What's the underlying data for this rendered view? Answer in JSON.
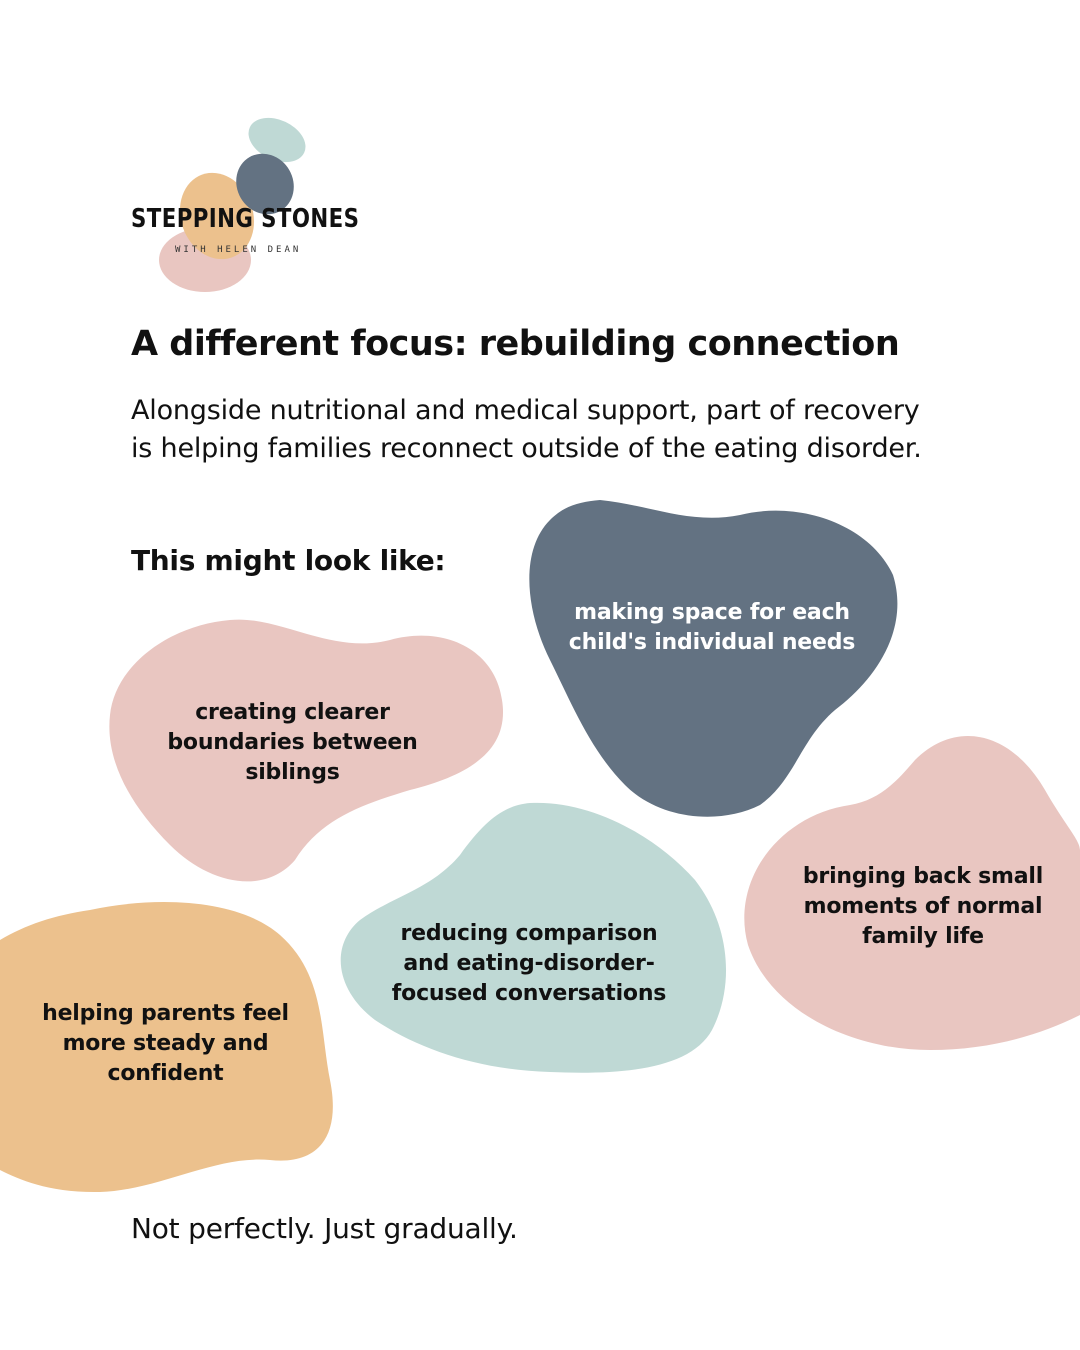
{
  "brand": {
    "name": "STEPPING STONES",
    "tagline": "WITH HELEN DEAN"
  },
  "headline": "A different focus: rebuilding connection",
  "intro": "Alongside nutritional and medical support, part of recovery is helping families reconnect outside of the eating disorder.",
  "list_lead": "This might look like:",
  "items": [
    {
      "label": "making space for each child's individual needs",
      "color": "#637282"
    },
    {
      "label": "creating clearer boundaries between siblings",
      "color": "#E9C6C1"
    },
    {
      "label": "bringing back small moments of normal family life",
      "color": "#E9C6C1"
    },
    {
      "label": "reducing comparison and eating-disorder-focused conversations",
      "color": "#BFD9D5"
    },
    {
      "label": "helping parents feel more steady and confident",
      "color": "#ECC18D"
    }
  ],
  "closing": "Not perfectly. Just gradually.",
  "palette": {
    "slate": "#637282",
    "blush": "#E9C6C1",
    "sage": "#BFD9D5",
    "sand": "#ECC18D"
  }
}
